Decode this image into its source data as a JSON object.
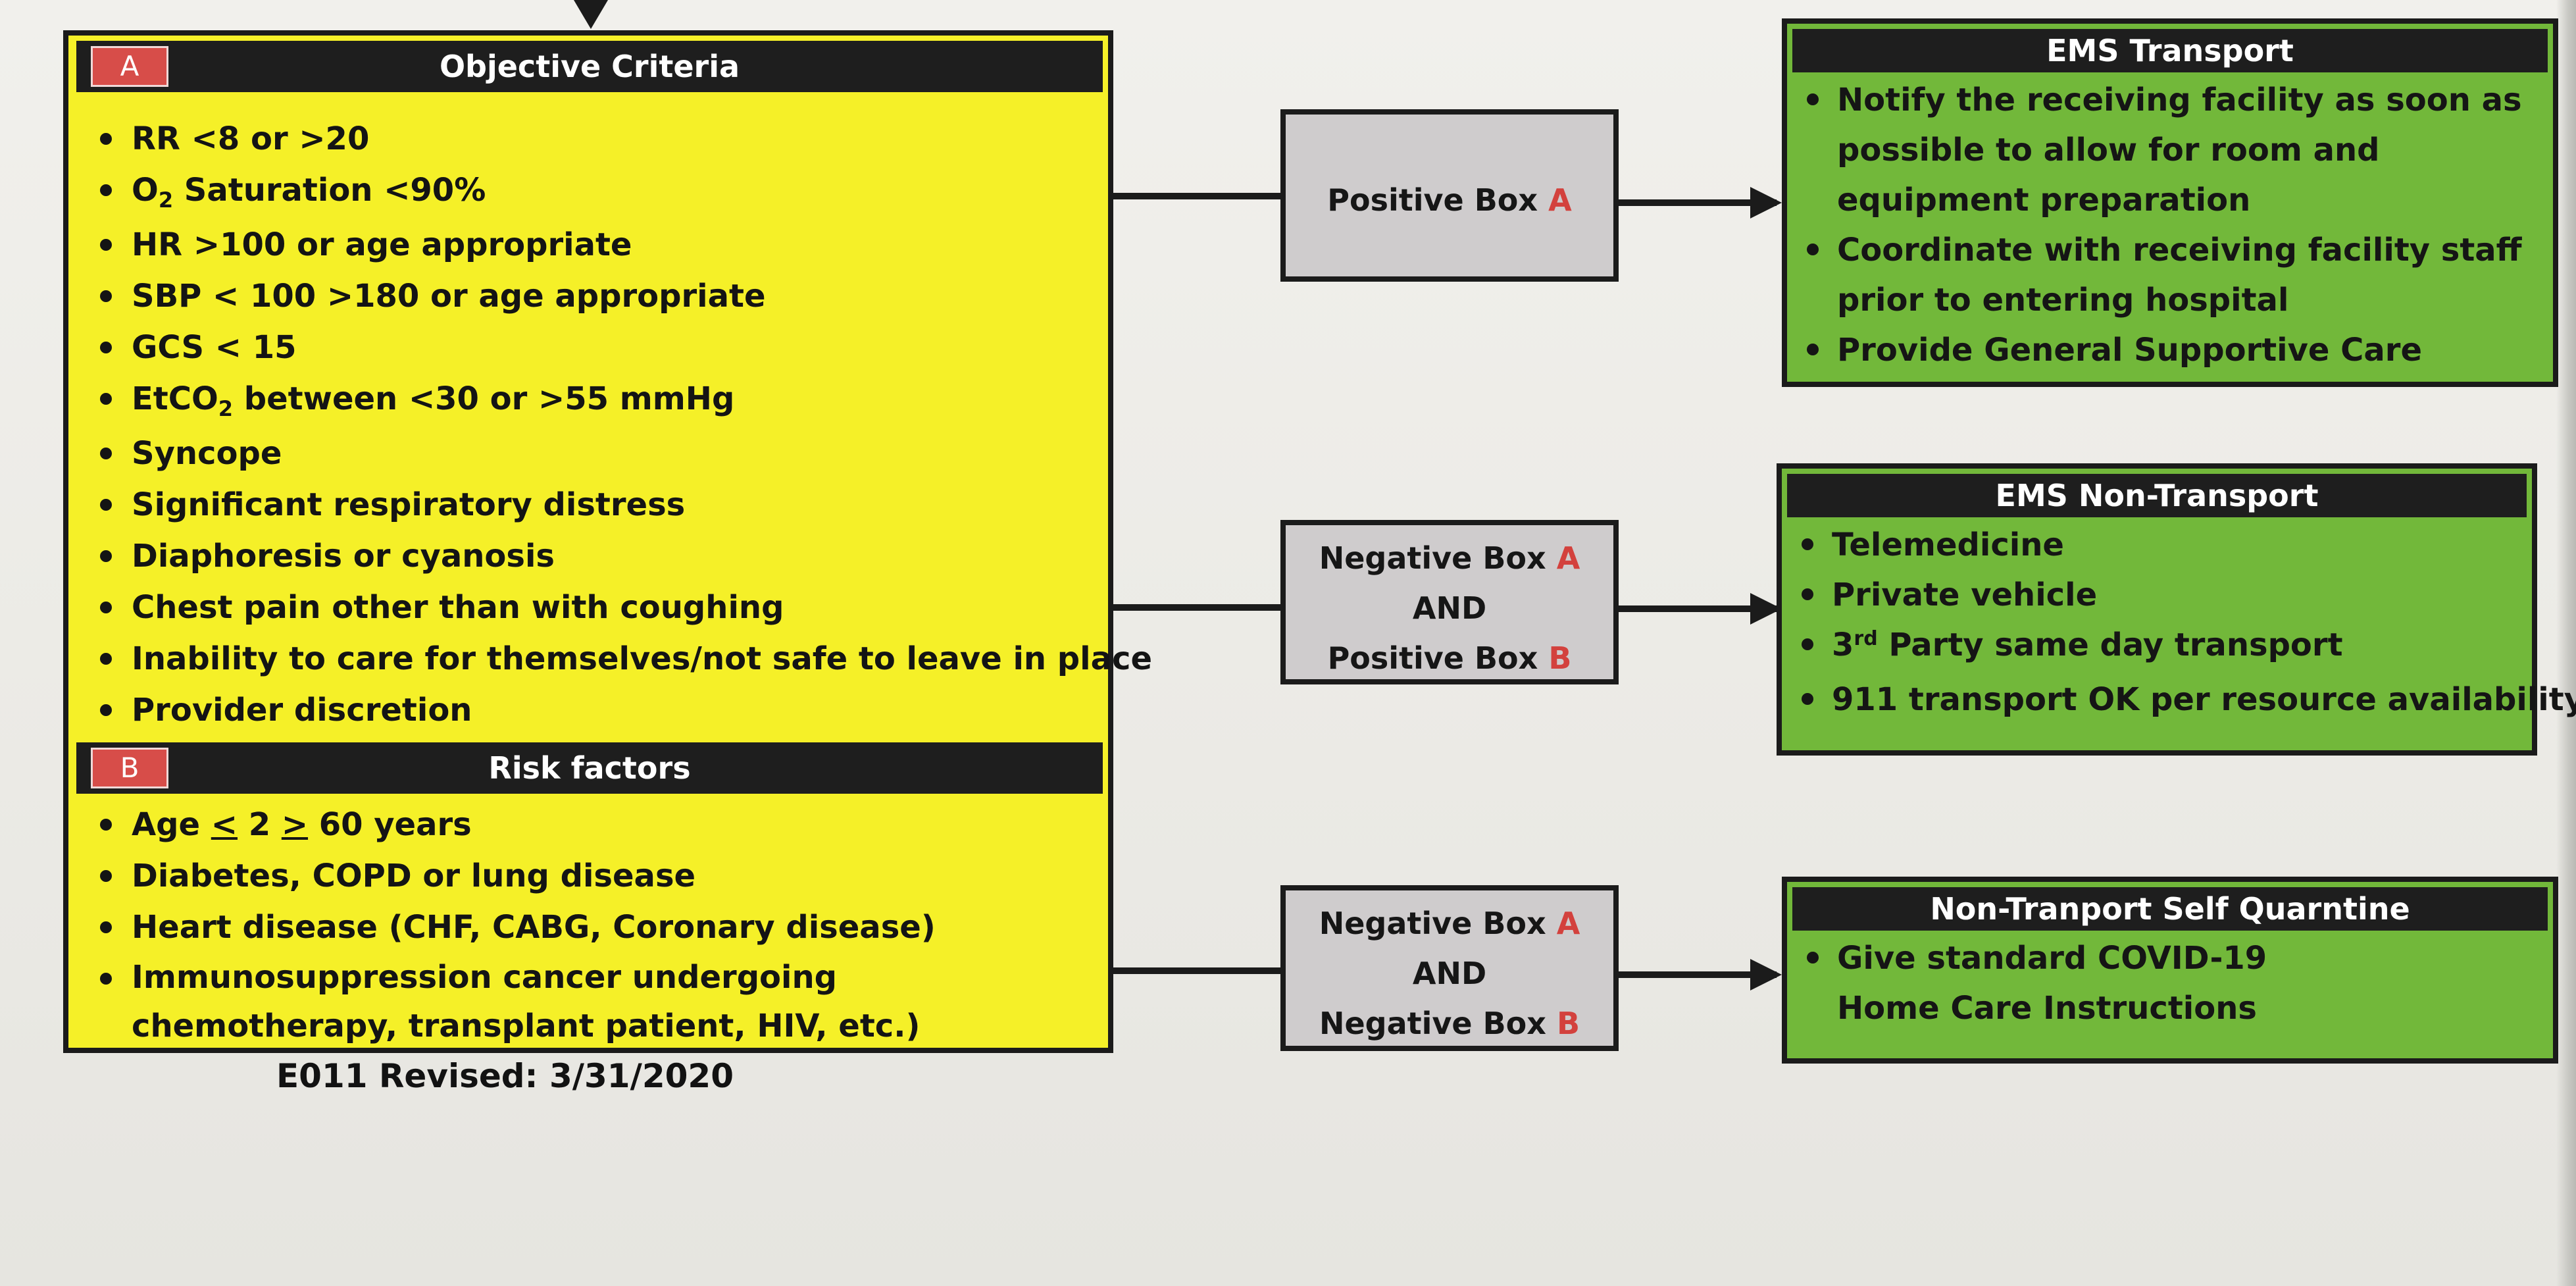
{
  "objective": {
    "letter": "A",
    "title": "Objective Criteria",
    "items": [
      "RR <8 or >20",
      "O",
      "2",
      " Saturation <90%",
      "HR >100 or age appropriate",
      "SBP < 100 >180 or age appropriate",
      "GCS < 15",
      "EtCO",
      "2",
      " between <30 or >55 mmHg",
      "Syncope",
      "Significant respiratory distress",
      "Diaphoresis or cyanosis",
      "Chest pain other than with coughing",
      "Inability to care for themselves/not safe to leave in place",
      "Provider discretion"
    ]
  },
  "risk": {
    "letter": "B",
    "title": "Risk factors",
    "age_prefix": "Age ",
    "age_lte": "<",
    "age_mid": " 2 ",
    "age_gte": ">",
    "age_suffix": " 60 years",
    "items": [
      "Diabetes, COPD or lung disease",
      "Heart disease (CHF, CABG, Coronary disease)",
      "Immunosuppression cancer undergoing chemotherapy, transplant patient, HIV, etc.)"
    ]
  },
  "revision": "E011 Revised: 3/31/2020",
  "decisions": {
    "positive_a": {
      "text": "Positive Box ",
      "letter": "A"
    },
    "neg_a_pos_b": {
      "line1": "Negative Box ",
      "letter1": "A",
      "line2": "AND",
      "line3": "Positive Box ",
      "letter3": "B"
    },
    "neg_a_neg_b": {
      "line1": "Negative Box ",
      "letter1": "A",
      "line2": "AND",
      "line3": "Negative Box ",
      "letter3": "B"
    }
  },
  "outcomes": {
    "transport": {
      "title": "EMS Transport",
      "items": [
        "Notify the receiving facility as soon as possible to allow for room and equipment preparation",
        "Coordinate with receiving facility staff prior to entering hospital",
        "Provide General Supportive Care"
      ]
    },
    "non_transport": {
      "title": "EMS Non-Transport",
      "items": [
        "Telemedicine",
        "Private vehicle",
        "3",
        "rd",
        " Party same day transport",
        "911 transport OK per resource availability"
      ]
    },
    "self_quarantine": {
      "title": "Non-Tranport Self Quarntine",
      "items": [
        "Give standard COVID-19 Home Care Instructions"
      ]
    }
  },
  "colors": {
    "criteria_panel": "#f5f028",
    "outcome_panel": "#72b83a",
    "decision_box": "#cfcccd",
    "header_bar": "#1e1e1e",
    "accent_red": "#d3413d"
  }
}
